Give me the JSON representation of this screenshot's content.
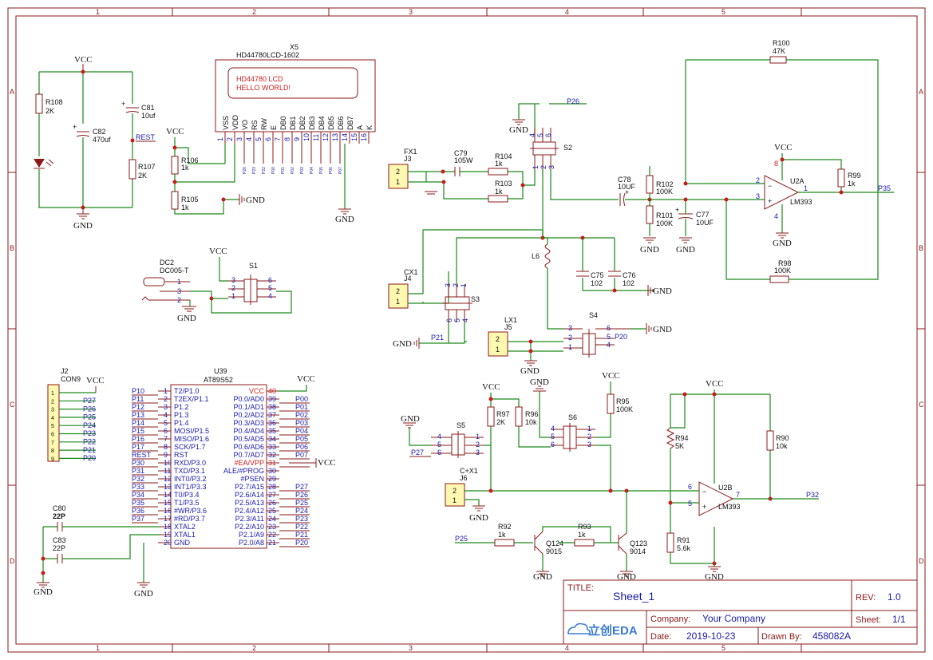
{
  "frame": {
    "cols": [
      "1",
      "2",
      "3",
      "4",
      "5"
    ],
    "rows": [
      "A",
      "B",
      "C",
      "D"
    ]
  },
  "title_block": {
    "title_label": "TITLE:",
    "title": "Sheet_1",
    "rev_label": "REV:",
    "rev": "1.0",
    "company_label": "Company:",
    "company": "Your Company",
    "sheet_label": "Sheet:",
    "sheet": "1/1",
    "date_label": "Date:",
    "date": "2019-10-23",
    "drawn_label": "Drawn By:",
    "drawn_by": "458082A",
    "logo_text": "立创EDA"
  },
  "power": {
    "vcc": "VCC",
    "gnd": "GND"
  },
  "lcd": {
    "ref": "X5",
    "part": "HD44780LCD-1602",
    "line1": "HD44780 LCD",
    "line2": "HELLO WORLD!",
    "pins": [
      "VSS",
      "VDD",
      "VO",
      "RS",
      "RW",
      "E",
      "DB0",
      "DB1",
      "DB2",
      "DB3",
      "DB4",
      "DB5",
      "DB6",
      "DB7",
      "A",
      "K"
    ],
    "pin_nums": [
      "1",
      "2",
      "3",
      "4",
      "5",
      "6",
      "7",
      "8",
      "9",
      "10",
      "11",
      "12",
      "13",
      "14",
      "15",
      "16"
    ],
    "nets": [
      "P26",
      "P23",
      "P22",
      "P00",
      "P01",
      "P02",
      "P03",
      "P04",
      "P05",
      "P06",
      "P07"
    ]
  },
  "left_top": {
    "R108": [
      "R108",
      "2K"
    ],
    "C82": [
      "C82",
      "470uf"
    ],
    "C81": [
      "C81",
      "10uf"
    ],
    "R107": [
      "R107",
      "2K"
    ],
    "rest": "REST",
    "R106": [
      "R106",
      "1k"
    ],
    "R105": [
      "R105",
      "1k"
    ]
  },
  "dc2": {
    "ref": "DC2",
    "part": "DC005-T",
    "pins": [
      "1",
      "3",
      "2"
    ]
  },
  "s1": {
    "ref": "S1",
    "pins_l": [
      "3",
      "2",
      "1"
    ],
    "pins_r": [
      "6",
      "5",
      "4"
    ]
  },
  "j2": {
    "ref": "J2",
    "part": "CON9",
    "pins": [
      "1",
      "2",
      "3",
      "4",
      "5",
      "6",
      "7",
      "8",
      "9"
    ],
    "nets": [
      "P27",
      "P26",
      "P25",
      "P24",
      "P23",
      "P22",
      "P21",
      "P20"
    ]
  },
  "mcu": {
    "ref": "U39",
    "part": "AT89S52",
    "left_pins": [
      {
        "num": "1",
        "name": "T2/P1.0",
        "net": "P10"
      },
      {
        "num": "2",
        "name": "T2EX/P1.1",
        "net": "P11"
      },
      {
        "num": "3",
        "name": "P1.2",
        "net": "P12"
      },
      {
        "num": "4",
        "name": "P1.3",
        "net": "P13"
      },
      {
        "num": "5",
        "name": "P1.4",
        "net": "P14"
      },
      {
        "num": "6",
        "name": "MOSI/P1.5",
        "net": "P15"
      },
      {
        "num": "7",
        "name": "MISO/P1.6",
        "net": "P16"
      },
      {
        "num": "8",
        "name": "SCK/P1.7",
        "net": "P17"
      },
      {
        "num": "9",
        "name": "RST",
        "net": "REST"
      },
      {
        "num": "10",
        "name": "RXD/P3.0",
        "net": "P30"
      },
      {
        "num": "11",
        "name": "TXD/P3.1",
        "net": "P31"
      },
      {
        "num": "12",
        "name": "INT0/P3.2",
        "net": "P32"
      },
      {
        "num": "13",
        "name": "INT1/P3.3",
        "net": "P33"
      },
      {
        "num": "14",
        "name": "T0/P3.4",
        "net": "P34"
      },
      {
        "num": "15",
        "name": "T1/P3.5",
        "net": "P35"
      },
      {
        "num": "16",
        "name": "#WR/P3.6",
        "net": "P36"
      },
      {
        "num": "17",
        "name": "#RD/P3.7",
        "net": "P37"
      },
      {
        "num": "18",
        "name": "XTAL2",
        "net": ""
      },
      {
        "num": "19",
        "name": "XTAL1",
        "net": ""
      },
      {
        "num": "20",
        "name": "GND",
        "net": ""
      }
    ],
    "right_pins": [
      {
        "num": "40",
        "name": "VCC",
        "net": "",
        "red": true
      },
      {
        "num": "39",
        "name": "P0.0/AD0",
        "net": "P00"
      },
      {
        "num": "38",
        "name": "P0.1/AD1",
        "net": "P01"
      },
      {
        "num": "37",
        "name": "P0.2/AD2",
        "net": "P02"
      },
      {
        "num": "36",
        "name": "P0.3/AD3",
        "net": "P03"
      },
      {
        "num": "35",
        "name": "P0.4/AD4",
        "net": "P04"
      },
      {
        "num": "34",
        "name": "P0.5/AD5",
        "net": "P05"
      },
      {
        "num": "33",
        "name": "P0.6/AD6",
        "net": "P06"
      },
      {
        "num": "32",
        "name": "P0.7/AD7",
        "net": "P07"
      },
      {
        "num": "31",
        "name": "#EA/VPP",
        "net": "VCC",
        "red": true
      },
      {
        "num": "30",
        "name": "ALE/#PROG",
        "net": ""
      },
      {
        "num": "29",
        "name": "#PSEN",
        "net": ""
      },
      {
        "num": "28",
        "name": "P2.7/A15",
        "net": "P27"
      },
      {
        "num": "27",
        "name": "P2.6/A14",
        "net": "P26"
      },
      {
        "num": "26",
        "name": "P2.5/A13",
        "net": "P25"
      },
      {
        "num": "25",
        "name": "P2.4/A12",
        "net": "P24"
      },
      {
        "num": "24",
        "name": "P2.3/A11",
        "net": "P23"
      },
      {
        "num": "23",
        "name": "P2.2/A10",
        "net": "P22"
      },
      {
        "num": "22",
        "name": "P2.1/A9",
        "net": "P21"
      },
      {
        "num": "21",
        "name": "P2.0/A8",
        "net": "P20"
      }
    ]
  },
  "crystal_caps": {
    "C80": [
      "C80",
      "22P"
    ],
    "C83": [
      "C83",
      "22P"
    ]
  },
  "right_top": {
    "J3": [
      "FX1",
      "J3"
    ],
    "C79": [
      "C79",
      "105W"
    ],
    "R104": [
      "R104",
      "1k"
    ],
    "R103": [
      "R103",
      "1k"
    ],
    "S2": "S2",
    "P26": "P26",
    "C78": [
      "C78",
      "10UF"
    ],
    "R102": [
      "R102",
      "100K"
    ],
    "R101": [
      "R101",
      "100K"
    ],
    "C77": [
      "C77",
      "10UF"
    ],
    "R100": [
      "R100",
      "47K"
    ],
    "U2A": [
      "U2A",
      "LM393"
    ],
    "R99": [
      "R99",
      "1k"
    ],
    "R98": [
      "R98",
      "100K"
    ],
    "P35": "P35",
    "pin_labels": {
      "u2a_8": "8",
      "u2a_2": "2",
      "u2a_3": "3",
      "u2a_1": "1",
      "u2a_4": "4"
    }
  },
  "mid_right": {
    "J4": [
      "CX1",
      "J4"
    ],
    "S3": "S3",
    "L6": "L6",
    "C75": [
      "C75",
      "102"
    ],
    "C76": [
      "C76",
      "102"
    ],
    "J5": [
      "LX1",
      "J5"
    ],
    "S4": "S4",
    "P20": "P20",
    "P21": "P21"
  },
  "bottom_right": {
    "S5": "S5",
    "P27": "P27",
    "R97": [
      "R97",
      "2K"
    ],
    "R96": [
      "R96",
      "10k"
    ],
    "S6": "S6",
    "R95": [
      "R95",
      "100K"
    ],
    "J6": [
      "C+X1",
      "J6"
    ],
    "R94": [
      "R94",
      "5K"
    ],
    "R91": [
      "R91",
      "5.6k"
    ],
    "U2B": [
      "U2B",
      "LM393"
    ],
    "R90": [
      "R90",
      "10k"
    ],
    "P32": "P32",
    "R92": [
      "R92",
      "1k"
    ],
    "R93": [
      "R93",
      "1k"
    ],
    "Q124": [
      "Q124",
      "9015"
    ],
    "Q123": [
      "Q123",
      "9014"
    ],
    "P25": "P25",
    "pin_labels": {
      "u2b_6": "6",
      "u2b_5": "5",
      "u2b_7": "7"
    }
  }
}
